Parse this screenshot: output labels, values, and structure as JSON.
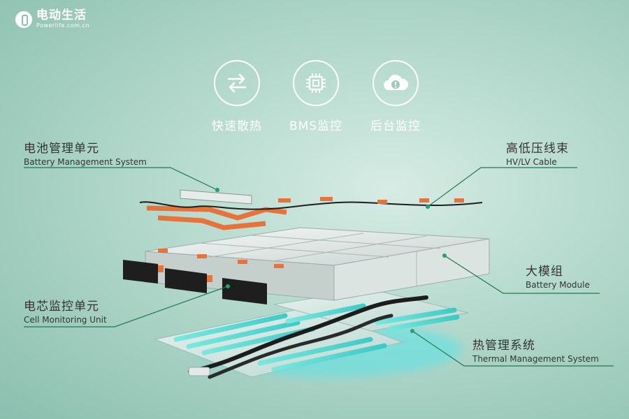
{
  "brand": {
    "name": "电动生活",
    "url": "Powerlife.com.cn"
  },
  "features": [
    {
      "label": "快速散热",
      "icon": "swap-arrows-icon"
    },
    {
      "label": "BMS监控",
      "icon": "chip-icon"
    },
    {
      "label": "后台监控",
      "icon": "cloud-alert-icon"
    }
  ],
  "callouts": {
    "bms": {
      "zh": "电池管理单元",
      "en": "Battery Management System"
    },
    "cable": {
      "zh": "高低压线束",
      "en": "HV/LV Cable"
    },
    "module": {
      "zh": "大模组",
      "en": "Battery Module"
    },
    "cmu": {
      "zh": "电芯监控单元",
      "en": "Cell Monitoring Unit"
    },
    "thermal": {
      "zh": "热管理系统",
      "en": "Thermal Management System"
    }
  },
  "colors": {
    "accent_line": "#1f7a4e",
    "cooling_glow": "#5fe0d8",
    "cable_orange": "#e8733a"
  }
}
